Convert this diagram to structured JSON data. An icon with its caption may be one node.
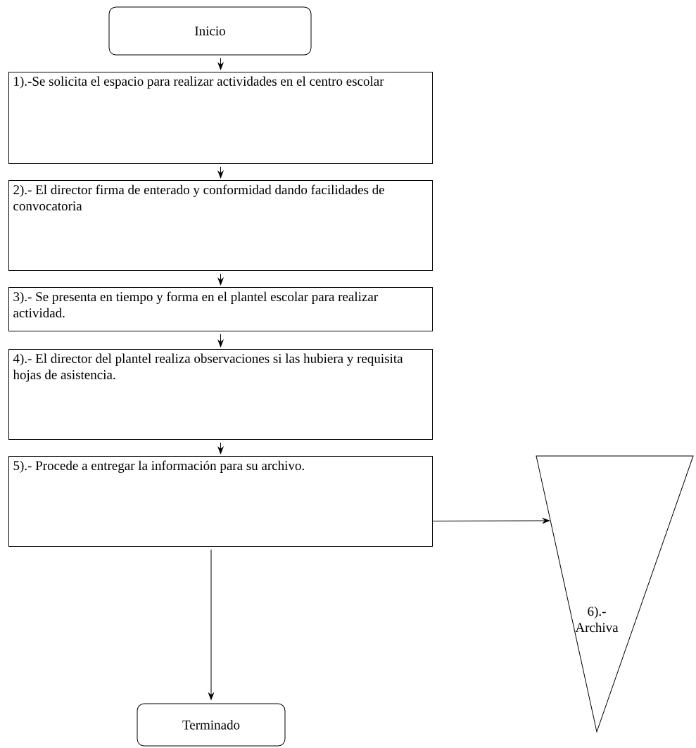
{
  "diagram": {
    "nodes": [
      {
        "text": [
          "Inicio"
        ]
      },
      {
        "text": [
          "1).-Se solicita el espacio para realizar actividades en el centro escolar"
        ]
      },
      {
        "text": [
          "2).- El director firma de enterado y conformidad dando facilidades de convocatoria"
        ]
      },
      {
        "text": [
          "3).- Se presenta en tiempo y forma en el plantel escolar para realizar actividad."
        ]
      },
      {
        "text": [
          "4).- El director del plantel realiza observaciones si las hubiera y requisita hojas de asistencia."
        ]
      },
      {
        "text": [
          "5).- Procede a entregar la información para su archivo."
        ]
      },
      {
        "text": [
          "6).- Archiva"
        ]
      },
      {
        "text": [
          "Terminado"
        ]
      }
    ],
    "edges": [
      {
        "from": 0,
        "to": 1,
        "arrow": "to"
      },
      {
        "from": 1,
        "to": 2,
        "arrow": "to"
      },
      {
        "from": 2,
        "to": 3,
        "arrow": "to"
      },
      {
        "from": 3,
        "to": 4,
        "arrow": "to"
      },
      {
        "from": 4,
        "to": 5,
        "arrow": "to"
      },
      {
        "from": 5,
        "to": 7,
        "arrow": "to"
      },
      {
        "from": 5,
        "to": 6,
        "arrow": "to"
      }
    ]
  }
}
